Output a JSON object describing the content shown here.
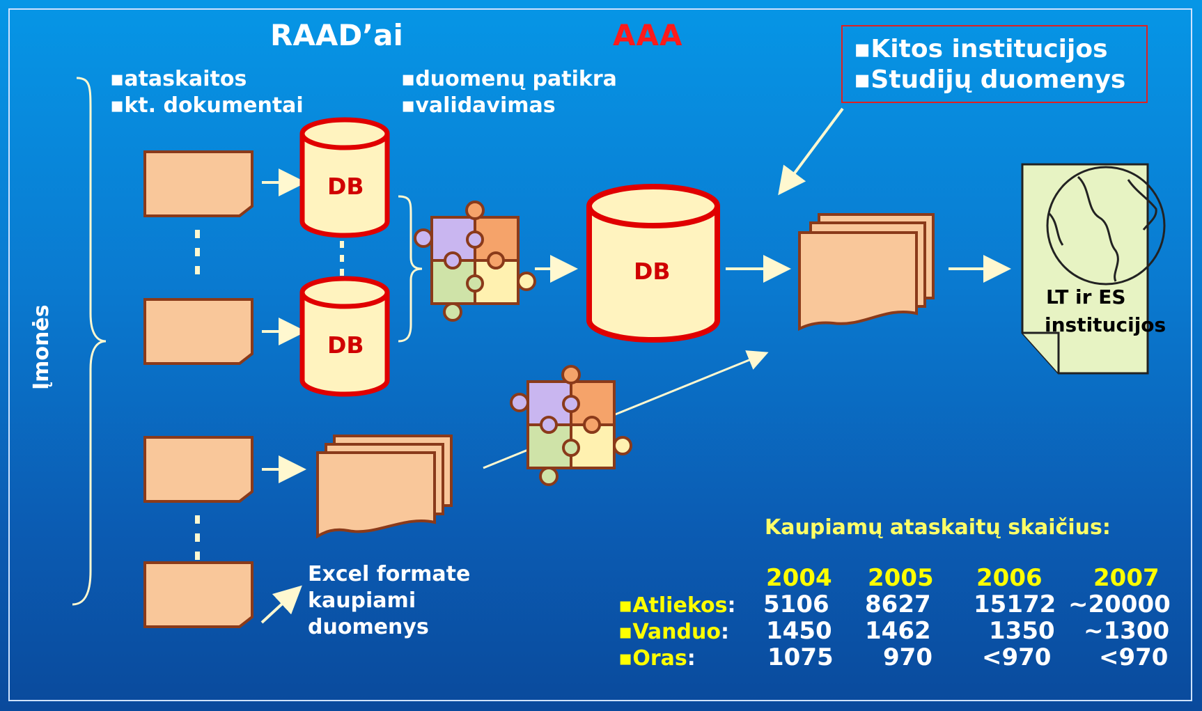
{
  "title_left": "RAAD’ai",
  "title_right": "AAA",
  "left_bullets": [
    "▪ataskaitos",
    "▪kt. dokumentai"
  ],
  "mid_bullets": [
    "▪duomenų patikra",
    "▪validavimas"
  ],
  "red_box": [
    "▪Kitos institucijos",
    "▪Studijų duomenys"
  ],
  "db_label": "DB",
  "side_label": "Įmonės",
  "institution_label": [
    "LT ir ES",
    "institucijos"
  ],
  "excel_label": [
    "Excel formate",
    "kaupiami",
    "duomenys"
  ],
  "stats": {
    "title": "Kaupiamų ataskaitų skaičius:",
    "years": [
      "2004",
      "2005",
      "2006",
      "2007"
    ],
    "rows": [
      {
        "bullet": "▪",
        "label": "Atliekos",
        "colon": ":",
        "values": [
          "5106",
          "8627",
          "15172",
          "~20000"
        ]
      },
      {
        "bullet": "▪",
        "label": "Vanduo",
        "colon": ":",
        "values": [
          "1450",
          "1462",
          "1350",
          "~1300"
        ]
      },
      {
        "bullet": "▪",
        "label": "Oras",
        "colon": ":",
        "values": [
          "1075",
          "970",
          "<970",
          "<970"
        ]
      }
    ]
  },
  "colors": {
    "accent_red": "#ff1a1a",
    "doc_fill": "#f9c79a",
    "db_fill": "#fff3bf",
    "label_yellow": "#ffff00"
  }
}
